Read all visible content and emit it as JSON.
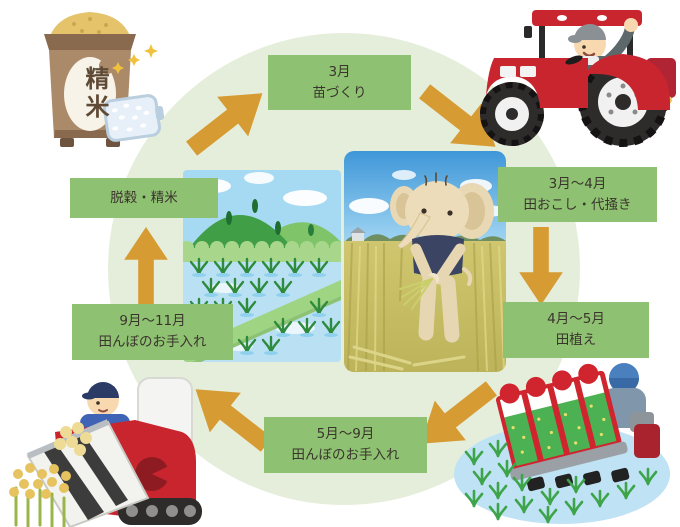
{
  "diagram": {
    "stages": [
      {
        "id": "seedling",
        "period": "3月",
        "task": "苗づくり"
      },
      {
        "id": "plowing",
        "period": "3月～4月",
        "task": "田おこし・代掻き"
      },
      {
        "id": "planting",
        "period": "4月～5月",
        "task": "田植え"
      },
      {
        "id": "care-summer",
        "period": "5月～9月",
        "task": "田んぼのお手入れ"
      },
      {
        "id": "care-autumn",
        "period": "9月～11月",
        "task": "田んぼのお手入れ"
      },
      {
        "id": "threshing",
        "period": "",
        "task": "脱穀・精米"
      }
    ],
    "illustrations": {
      "rice_bag_label": "精米",
      "corner_top_left": "polished-rice-container-with-rice-bag",
      "corner_top_right": "farmer-waving-on-red-tractor",
      "corner_bottom_right": "rice-transplanter-planting-seedlings-in-paddy",
      "corner_bottom_left": "farmer-driving-red-combine-harvester",
      "center_left": "rice-paddy-landscape-illustration",
      "center_right": "elephant-mascot-harvesting-rice-photo"
    },
    "colors": {
      "circle_background": "#e5eedb",
      "stage_box_green": "#8fc173",
      "stage_text": "#3a352c",
      "arrow_orange": "#d69b33",
      "machine_red": "#c9252f",
      "rice_gold": "#e3c169",
      "paddy_blue": "#b9e1f3",
      "seedling_green": "#3da44a",
      "mascot_cream": "#ecdcba",
      "mascot_shirt_navy": "#3b4563"
    }
  }
}
